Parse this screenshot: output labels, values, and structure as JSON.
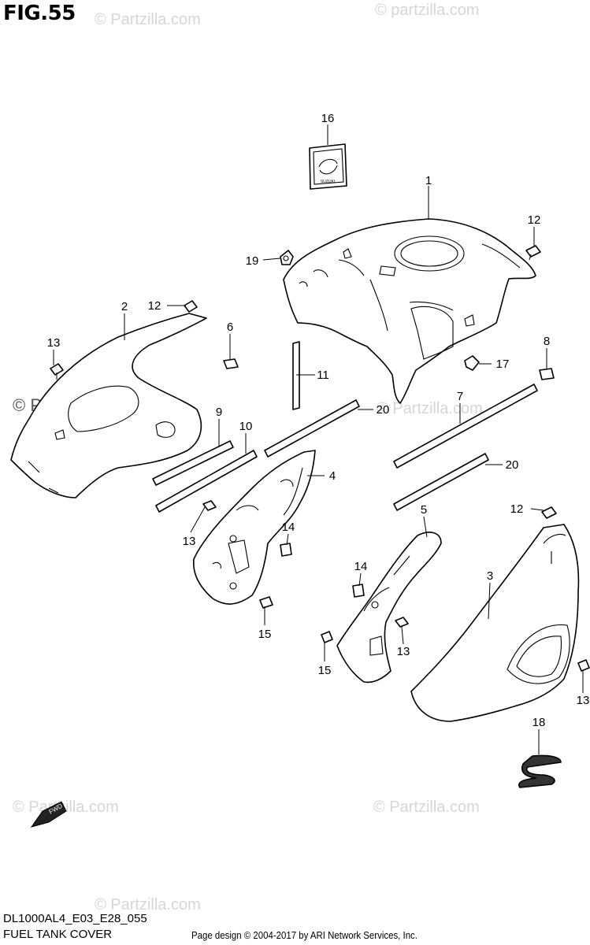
{
  "figure": {
    "title": "FIG.55",
    "code": "DL1000AL4_E03_E28_055",
    "name": "FUEL TANK COVER"
  },
  "watermarks": [
    "© Partzilla.com",
    "© partzilla.com",
    "© Partzilla.com",
    "© Partzilla.com",
    "© Partzilla.com",
    "© Partzilla.com",
    "© Partzilla.com"
  ],
  "emblem_text": "SUZUKI",
  "fwd_label": "FWD",
  "callouts": [
    "16",
    "1",
    "12",
    "19",
    "2",
    "12",
    "6",
    "13",
    "11",
    "8",
    "17",
    "9",
    "20",
    "7",
    "10",
    "4",
    "20",
    "13",
    "14",
    "5",
    "12",
    "14",
    "3",
    "15",
    "13",
    "15",
    "13",
    "18"
  ],
  "copyright": "Page design © 2004-2017 by ARI Network Services, Inc."
}
